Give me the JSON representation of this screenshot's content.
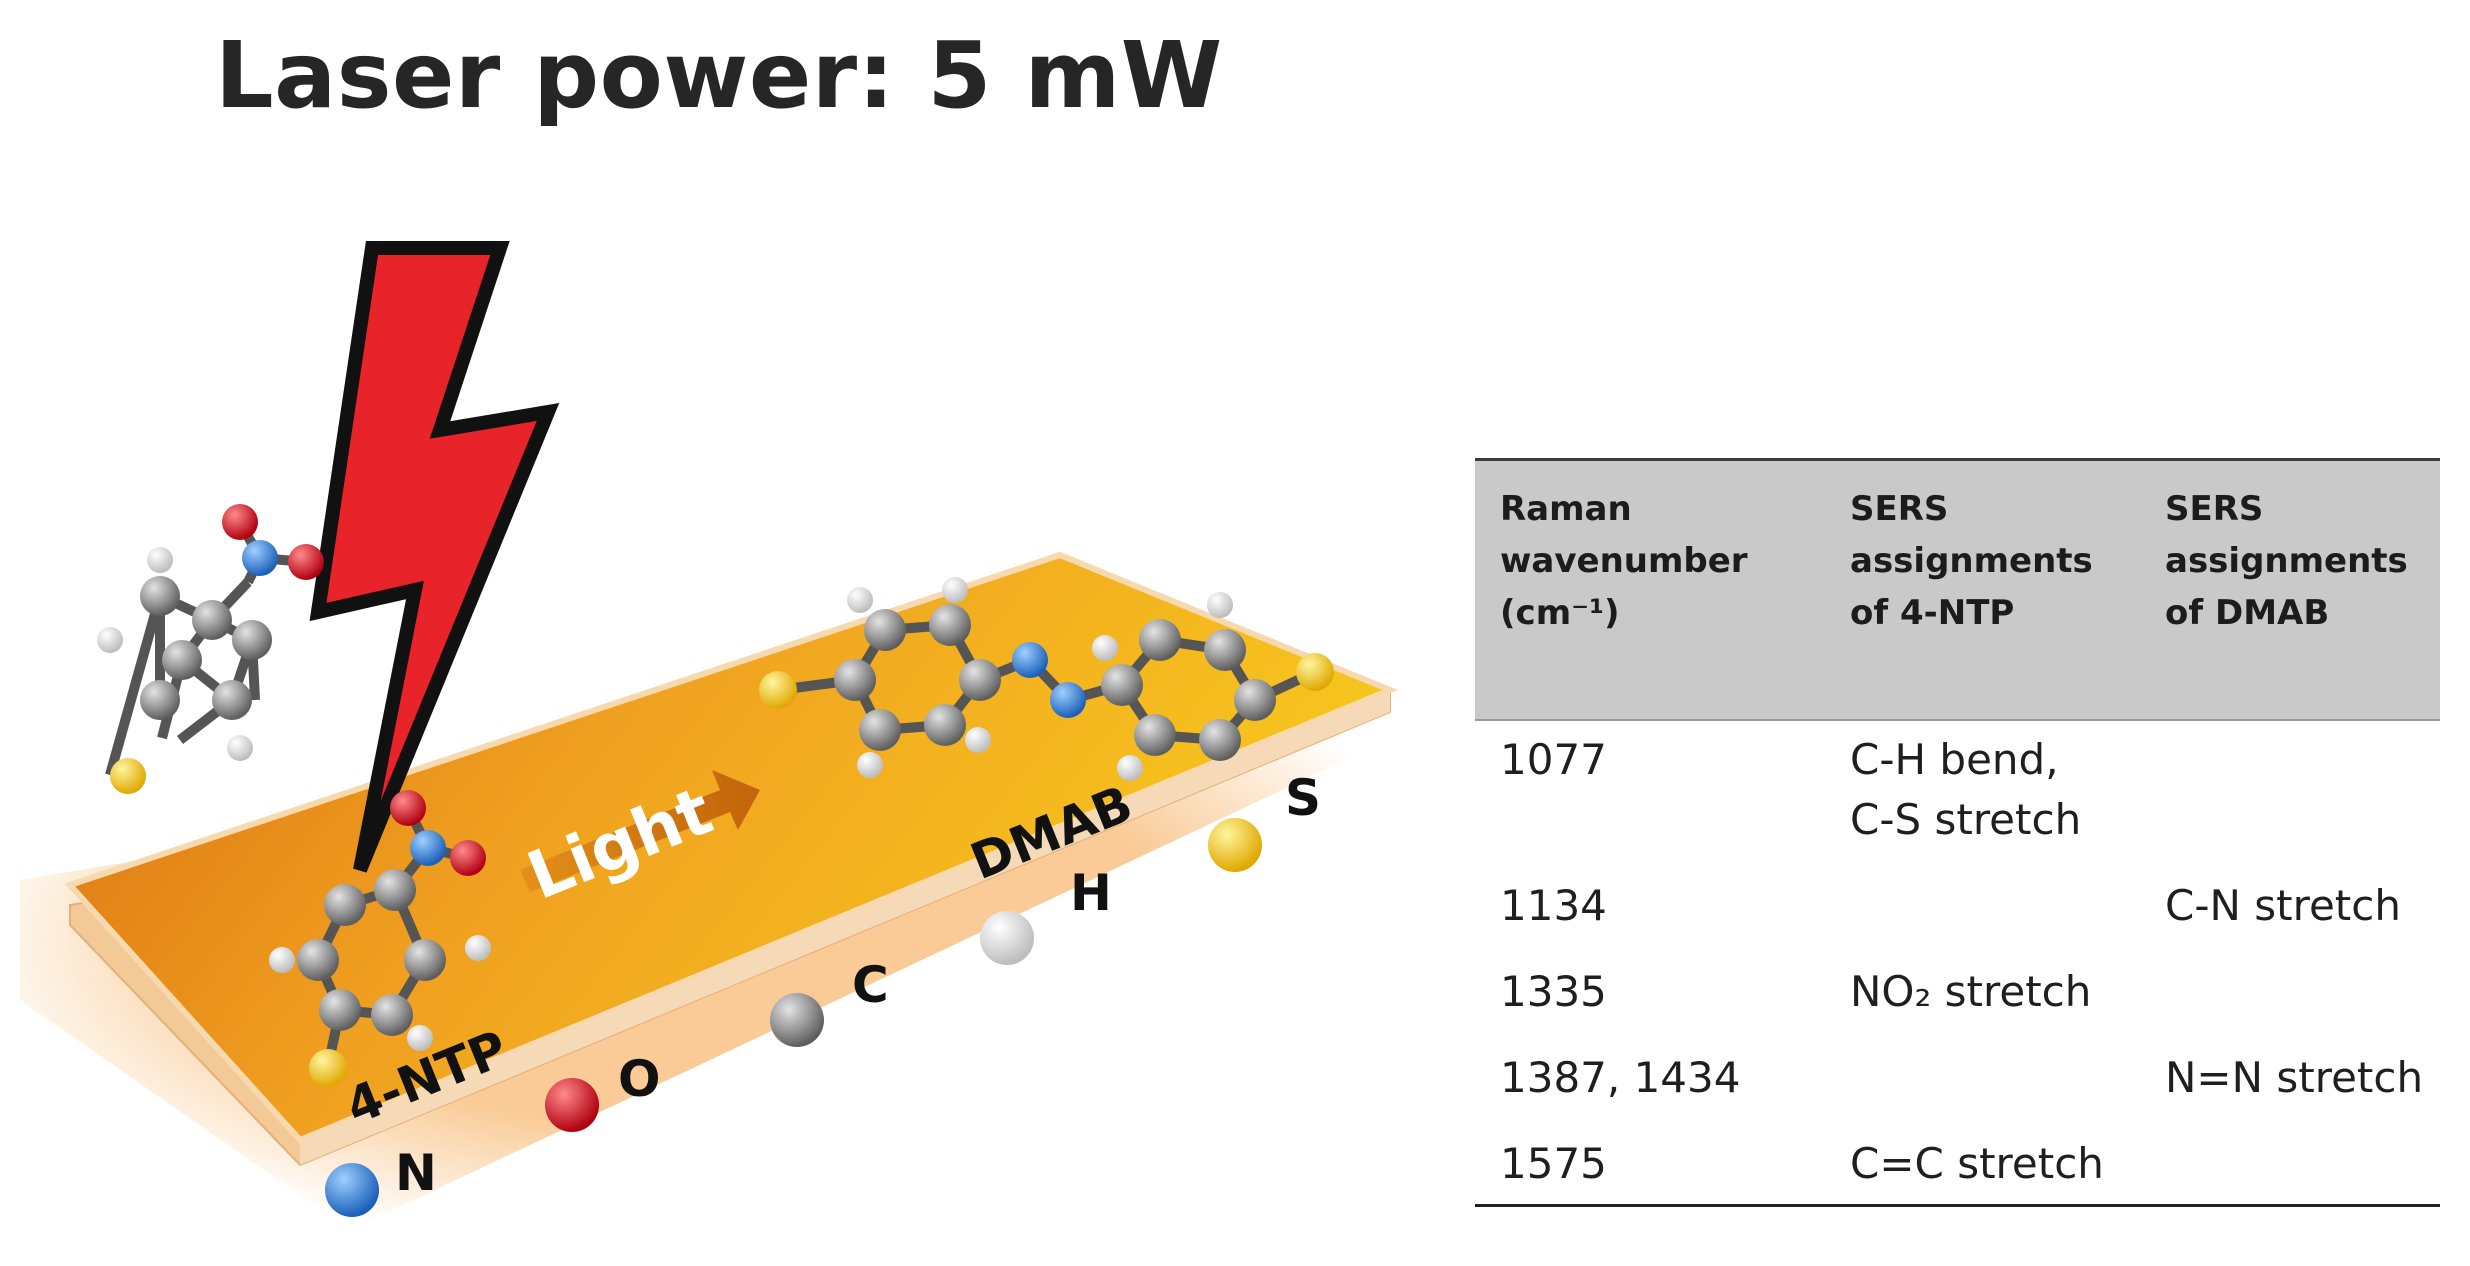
{
  "title": "Laser power: 5 mW",
  "scene": {
    "light_label": "Light",
    "label_4ntp": "4-NTP",
    "label_dmab": "DMAB"
  },
  "legend": [
    {
      "symbol": "N",
      "color": "#1e6fc6"
    },
    {
      "symbol": "O",
      "color": "#c40b12"
    },
    {
      "symbol": "C",
      "color": "#8c8c8c"
    },
    {
      "symbol": "H",
      "color": "#e8e8e8"
    },
    {
      "symbol": "S",
      "color": "#f2b400"
    }
  ],
  "table": {
    "headers": [
      "Raman\nwavenumber\n(cm⁻¹)",
      "SERS\nassignments\nof 4-NTP",
      "SERS\n assignments\nof DMAB"
    ],
    "rows": [
      {
        "wavenumber": "1077",
        "ntp": "C-H bend,\nC-S stretch",
        "dmab": ""
      },
      {
        "wavenumber": "1134",
        "ntp": "",
        "dmab": "C-N stretch"
      },
      {
        "wavenumber": "1335",
        "ntp": "NO₂ stretch",
        "dmab": ""
      },
      {
        "wavenumber": "1387, 1434",
        "ntp": "",
        "dmab": "N=N stretch"
      },
      {
        "wavenumber": "1575",
        "ntp": "C=C stretch",
        "dmab": ""
      }
    ]
  },
  "colors": {
    "slab_top": "#f0a020",
    "slab_edge": "#f7d6a8",
    "bolt_fill": "#e8232a",
    "bolt_outline": "#111111",
    "table_header_bg": "#c9c9c9"
  }
}
